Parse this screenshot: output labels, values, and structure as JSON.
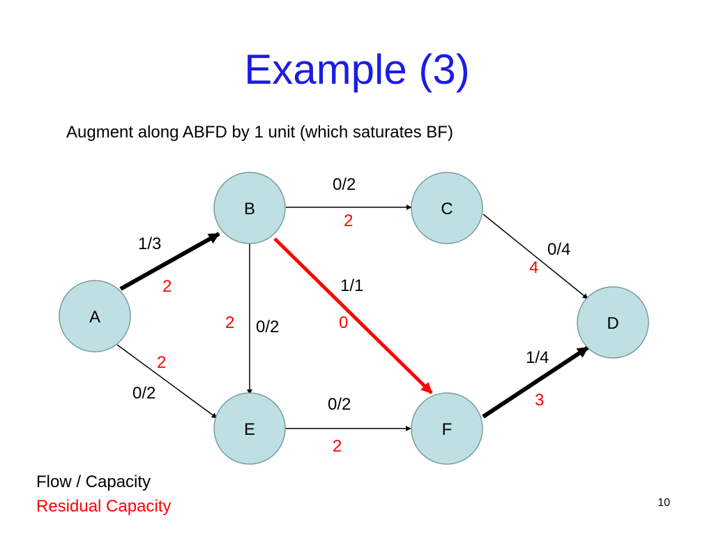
{
  "slide": {
    "title": "Example (3)",
    "subtitle": "Augment along ABFD by 1 unit (which saturates BF)",
    "page_number": "10"
  },
  "legend": {
    "flow_capacity": "Flow / Capacity",
    "residual": "Residual Capacity"
  },
  "colors": {
    "title": "#1c1ce6",
    "node_fill": "#bfe0e3",
    "node_stroke": "#7a9aa0",
    "edge_normal": "#000000",
    "edge_augmented": "#ff0000",
    "residual_text": "#ff0000"
  },
  "nodes": [
    {
      "id": "A",
      "label": "A"
    },
    {
      "id": "B",
      "label": "B"
    },
    {
      "id": "C",
      "label": "C"
    },
    {
      "id": "D",
      "label": "D"
    },
    {
      "id": "E",
      "label": "E"
    },
    {
      "id": "F",
      "label": "F"
    }
  ],
  "edges": [
    {
      "id": "AB",
      "from": "A",
      "to": "B",
      "flow_capacity": "1/3",
      "residual": "2",
      "style": "thick"
    },
    {
      "id": "AE",
      "from": "A",
      "to": "E",
      "flow_capacity": "0/2",
      "residual": "2",
      "style": "thin"
    },
    {
      "id": "BC",
      "from": "B",
      "to": "C",
      "flow_capacity": "0/2",
      "residual": "2",
      "style": "thin"
    },
    {
      "id": "BE",
      "from": "B",
      "to": "E",
      "flow_capacity": "0/2",
      "residual": "2",
      "style": "thin"
    },
    {
      "id": "BF",
      "from": "B",
      "to": "F",
      "flow_capacity": "1/1",
      "residual": "0",
      "style": "augmented"
    },
    {
      "id": "CD",
      "from": "C",
      "to": "D",
      "flow_capacity": "0/4",
      "residual": "4",
      "style": "thin"
    },
    {
      "id": "EF",
      "from": "E",
      "to": "F",
      "flow_capacity": "0/2",
      "residual": "2",
      "style": "thin"
    },
    {
      "id": "FD",
      "from": "F",
      "to": "D",
      "flow_capacity": "1/4",
      "residual": "3",
      "style": "thick"
    }
  ]
}
